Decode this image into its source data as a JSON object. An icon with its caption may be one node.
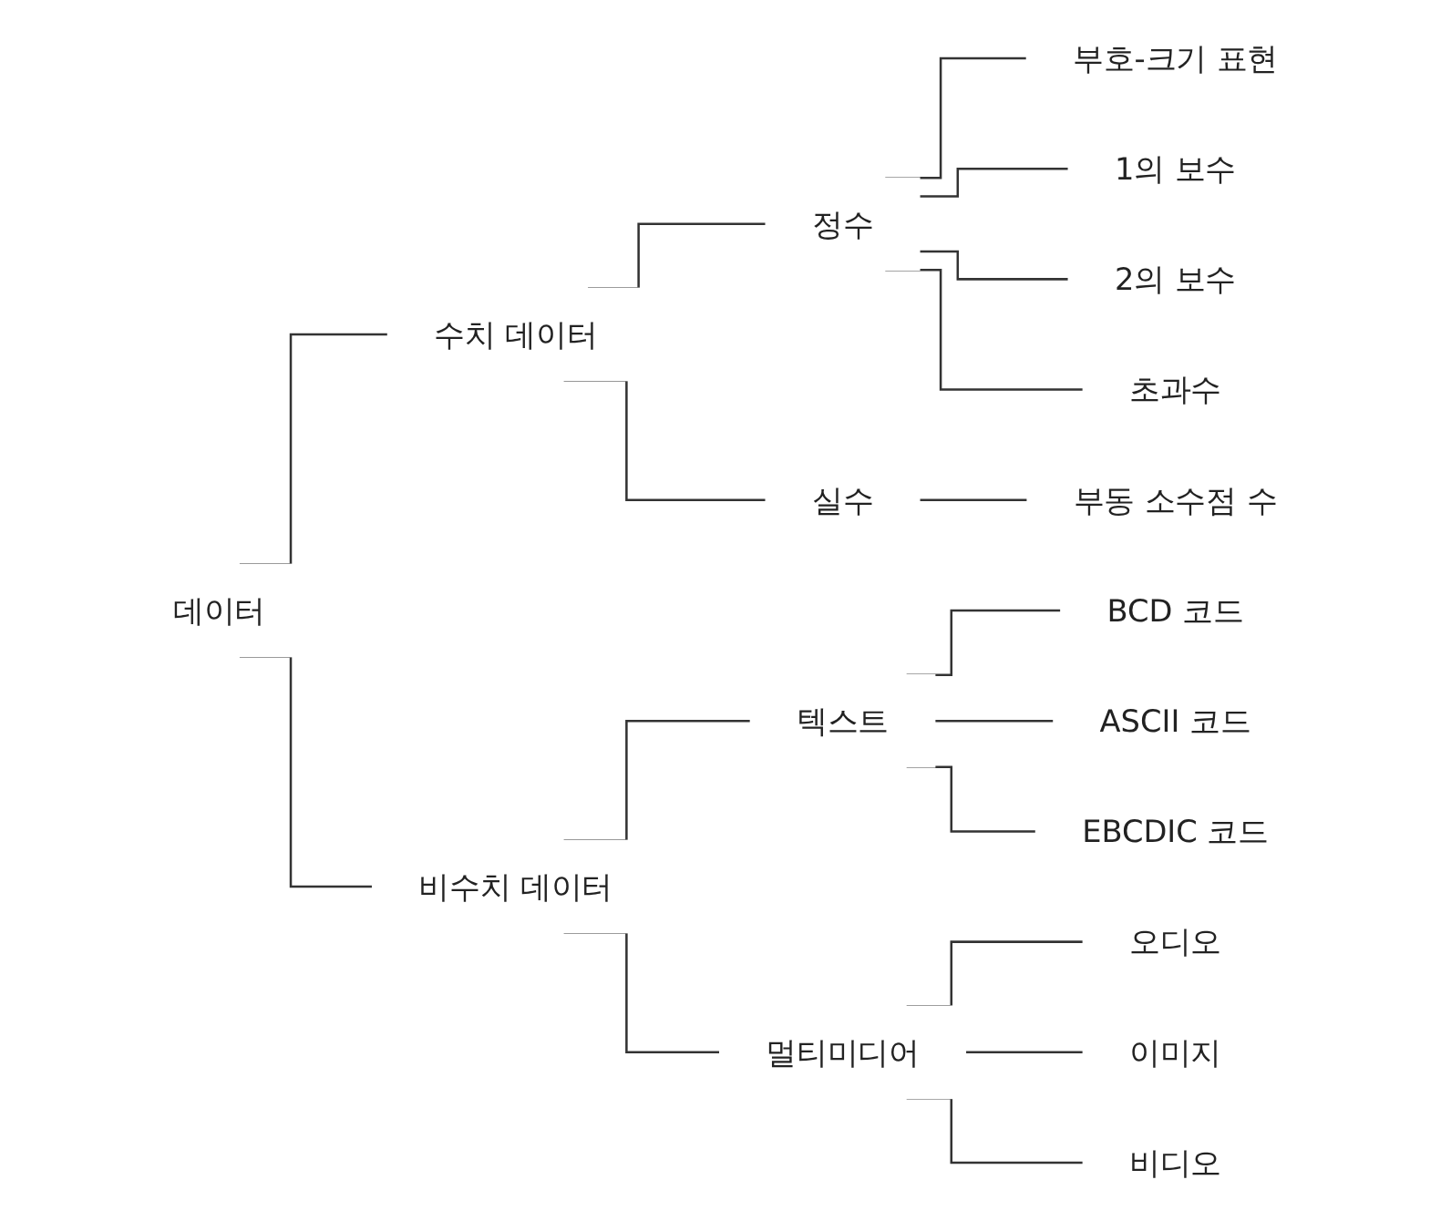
{
  "diagram": {
    "nodes": [
      {
        "text": [
          "데이터"
        ]
      },
      {
        "text": [
          "수치 데이터"
        ]
      },
      {
        "text": [
          "정수"
        ]
      },
      {
        "text": [
          "부호-크기 표현"
        ]
      },
      {
        "text": [
          "1의 보수"
        ]
      },
      {
        "text": [
          "2의 보수"
        ]
      },
      {
        "text": [
          "초과수"
        ]
      },
      {
        "text": [
          "실수"
        ]
      },
      {
        "text": [
          "부동 소수점 수"
        ]
      },
      {
        "text": [
          "비수치 데이터"
        ]
      },
      {
        "text": [
          "텍스트"
        ]
      },
      {
        "text": [
          "BCD 코드"
        ]
      },
      {
        "text": [
          "ASCII 코드"
        ]
      },
      {
        "text": [
          "EBCDIC 코드"
        ]
      },
      {
        "text": [
          "멀티미디어"
        ]
      },
      {
        "text": [
          "오디오"
        ]
      },
      {
        "text": [
          "이미지"
        ]
      },
      {
        "text": [
          "비디오"
        ]
      }
    ],
    "edges": [
      {
        "from": 0,
        "to": 1,
        "arrow": "none"
      },
      {
        "from": 0,
        "to": 9,
        "arrow": "none"
      },
      {
        "from": 1,
        "to": 2,
        "arrow": "none"
      },
      {
        "from": 1,
        "to": 7,
        "arrow": "none"
      },
      {
        "from": 2,
        "to": 3,
        "arrow": "none"
      },
      {
        "from": 2,
        "to": 4,
        "arrow": "none"
      },
      {
        "from": 2,
        "to": 5,
        "arrow": "none"
      },
      {
        "from": 2,
        "to": 6,
        "arrow": "none"
      },
      {
        "from": 7,
        "to": 8,
        "arrow": "none"
      },
      {
        "from": 9,
        "to": 10,
        "arrow": "none"
      },
      {
        "from": 9,
        "to": 14,
        "arrow": "none"
      },
      {
        "from": 10,
        "to": 11,
        "arrow": "none"
      },
      {
        "from": 10,
        "to": 12,
        "arrow": "none"
      },
      {
        "from": 10,
        "to": 13,
        "arrow": "none"
      },
      {
        "from": 14,
        "to": 15,
        "arrow": "none"
      },
      {
        "from": 14,
        "to": 16,
        "arrow": "none"
      },
      {
        "from": 14,
        "to": 17,
        "arrow": "none"
      }
    ]
  }
}
